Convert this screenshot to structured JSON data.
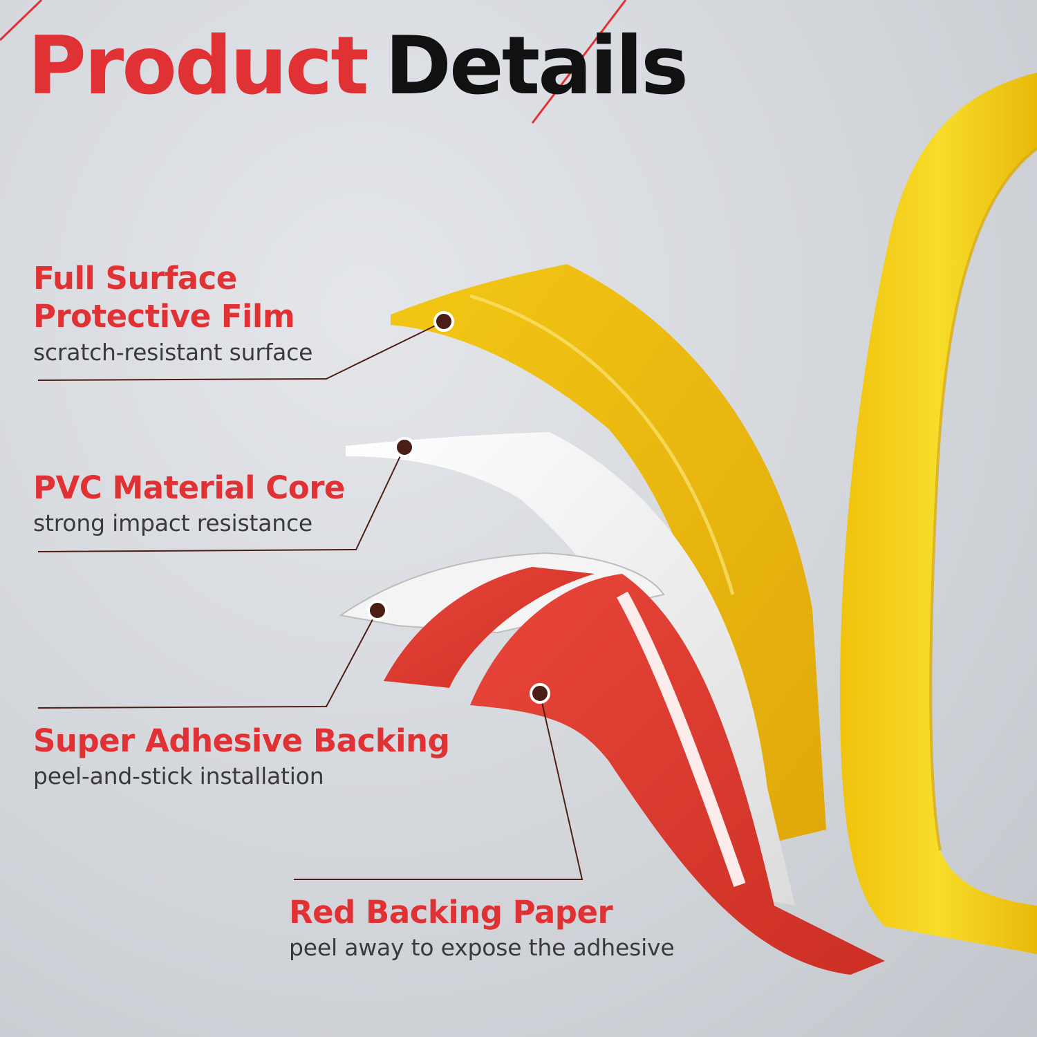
{
  "headline": {
    "word1": "Product",
    "word2": "Details"
  },
  "colors": {
    "accent_red": "#e03134",
    "heading_dark": "#111111",
    "film_yellow": "#f2cc12",
    "core_white": "#f6f6f6",
    "backing_red": "#dd3b2e",
    "leader_line": "#4a1e14"
  },
  "callouts": [
    {
      "title_line1": "Full Surface",
      "title_line2": "Protective Film",
      "subtitle": "scratch-resistant surface"
    },
    {
      "title_line1": "PVC Material Core",
      "subtitle": "strong impact resistance"
    },
    {
      "title_line1": "Super Adhesive Backing",
      "subtitle": "peel-and-stick installation"
    },
    {
      "title_line1": "Red Backing Paper",
      "subtitle": "peel away to expose the adhesive"
    }
  ]
}
